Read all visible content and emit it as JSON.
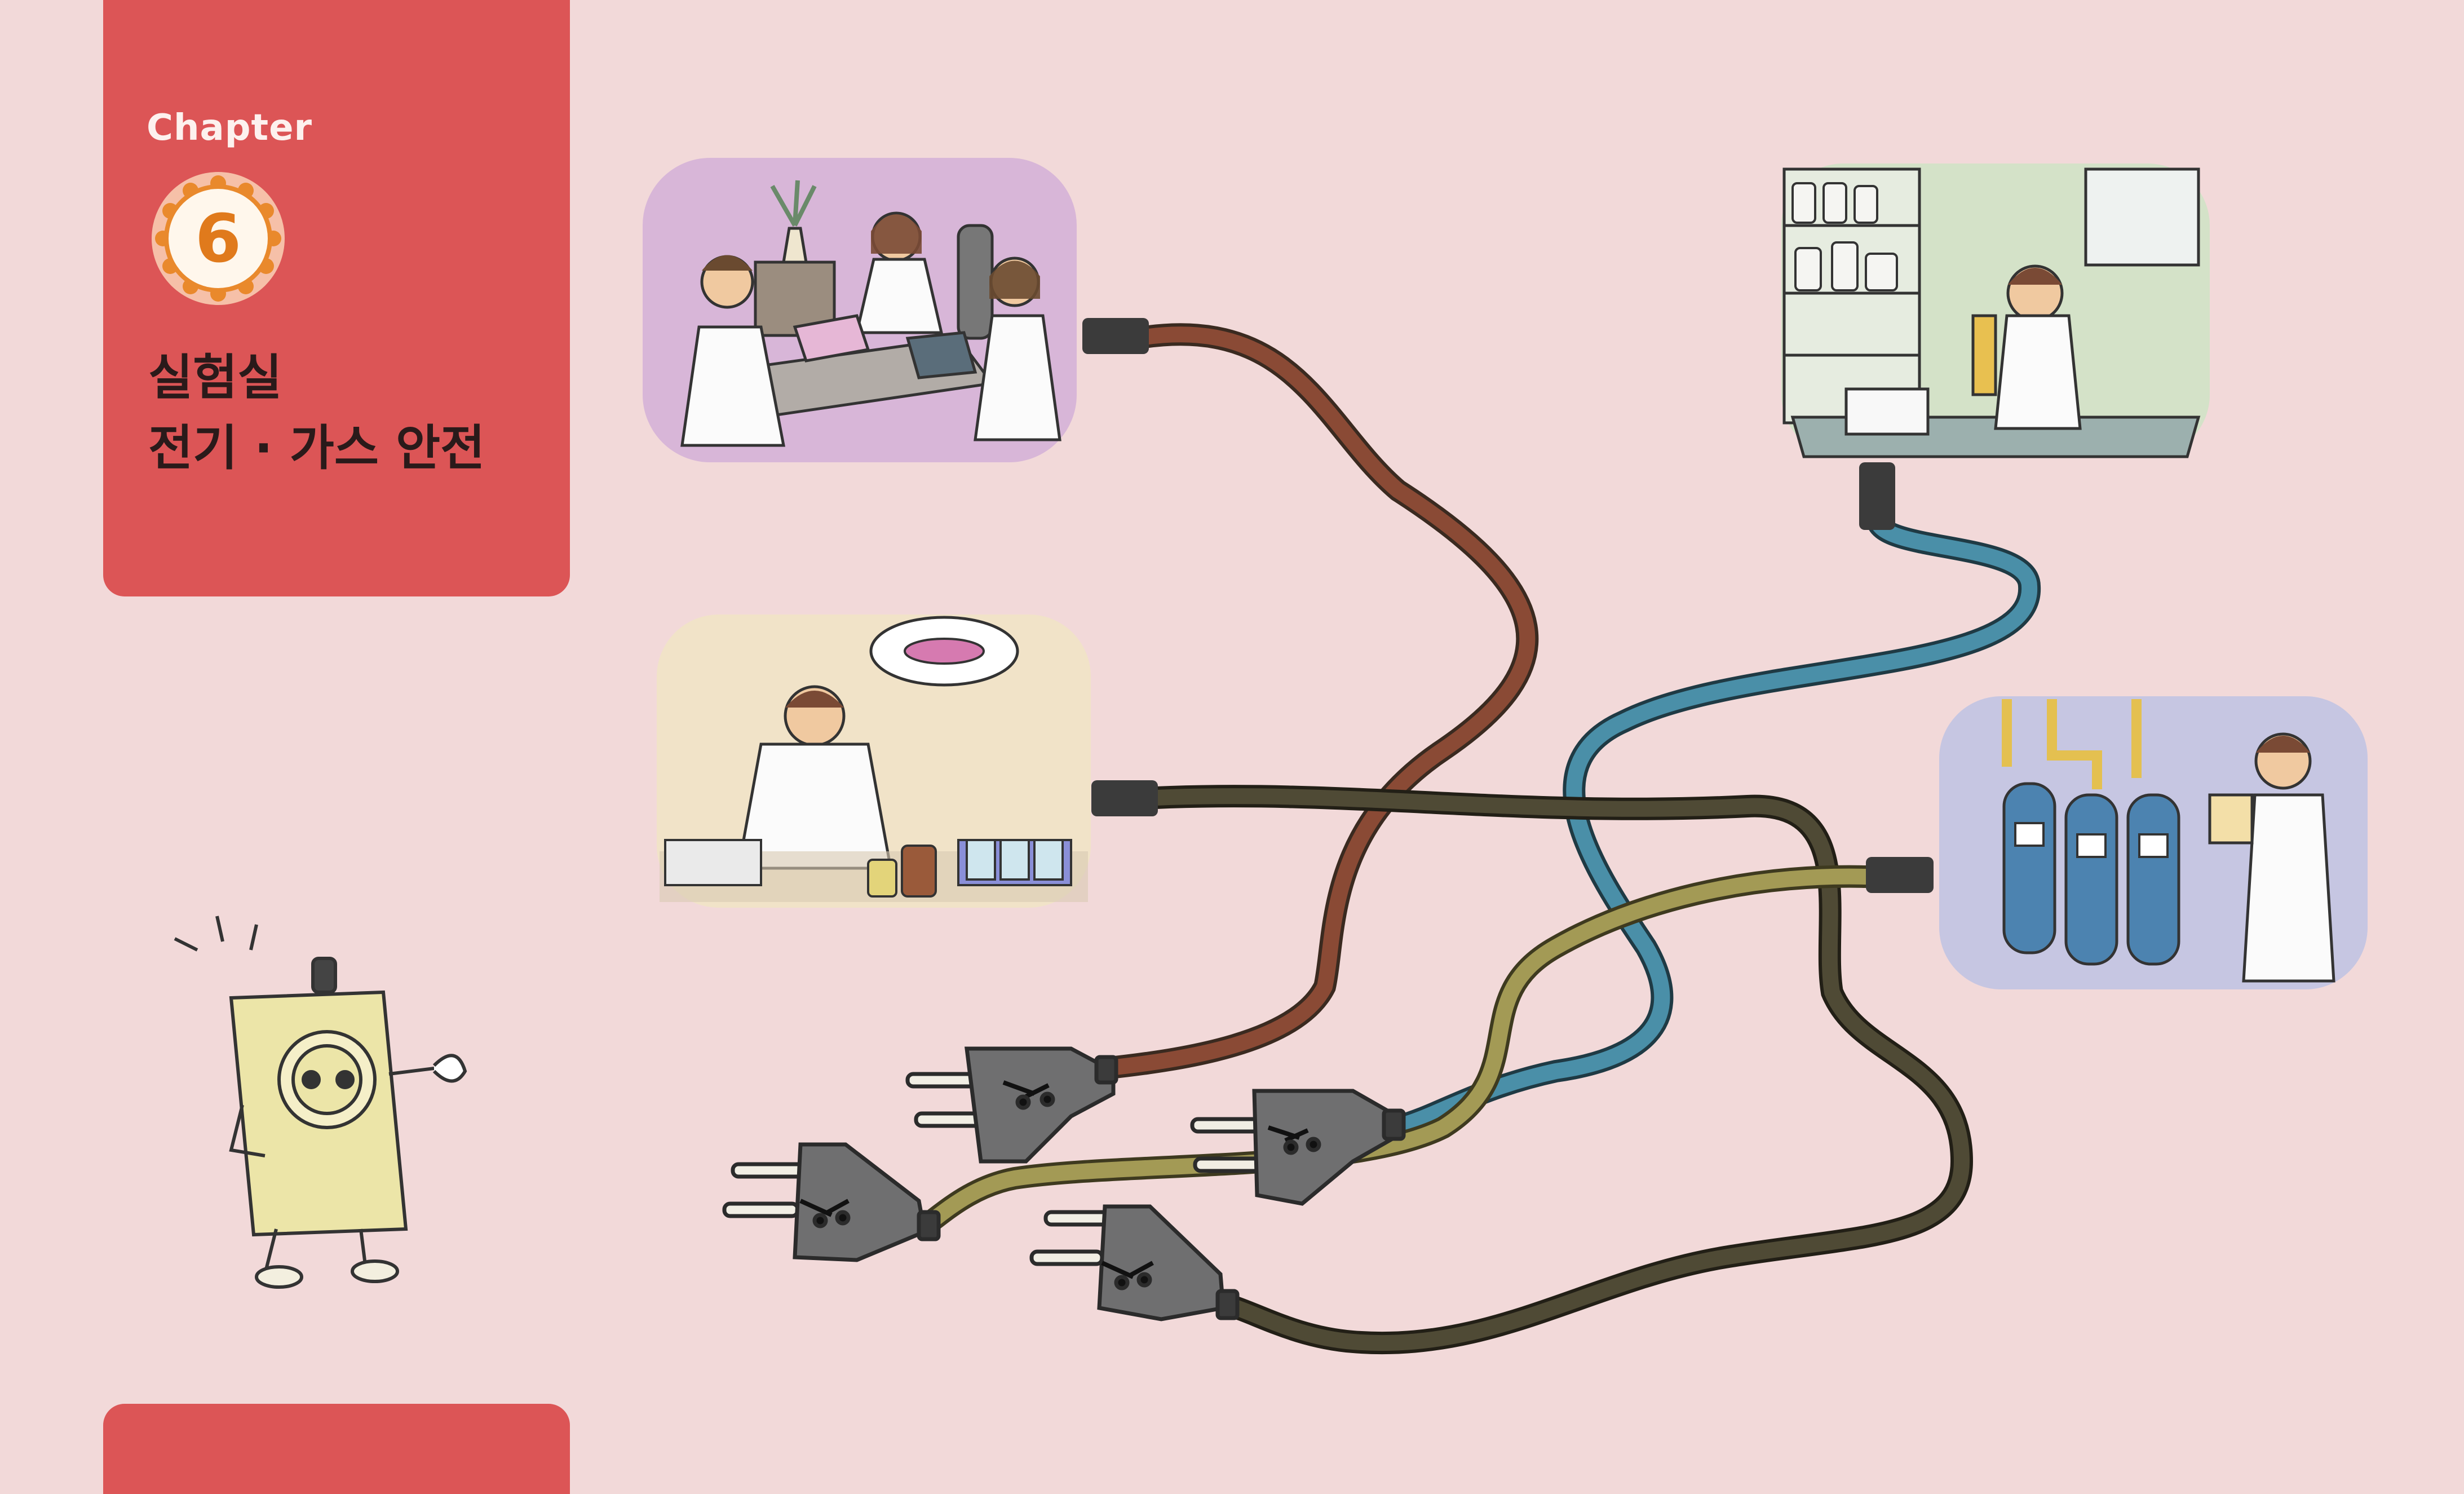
{
  "chapter": {
    "label": "Chapter",
    "number": "6",
    "title_line1": "실험실",
    "title_line2": "전기 · 가스 안전"
  },
  "colors": {
    "background": "#f2d9d9",
    "card": "#dc5556",
    "badge_accent": "#e07a1c",
    "cord_brown": "#8a4a35",
    "cord_blue": "#4a8fa8",
    "cord_olive": "#a39a55",
    "cord_dark": "#4f4a35"
  },
  "illustrations": [
    {
      "name": "meeting-scene-illustration"
    },
    {
      "name": "microscope-scene-illustration"
    },
    {
      "name": "petri-dish-scene-illustration"
    },
    {
      "name": "gas-cylinder-scene-illustration"
    },
    {
      "name": "outlet-mascot-illustration"
    }
  ]
}
